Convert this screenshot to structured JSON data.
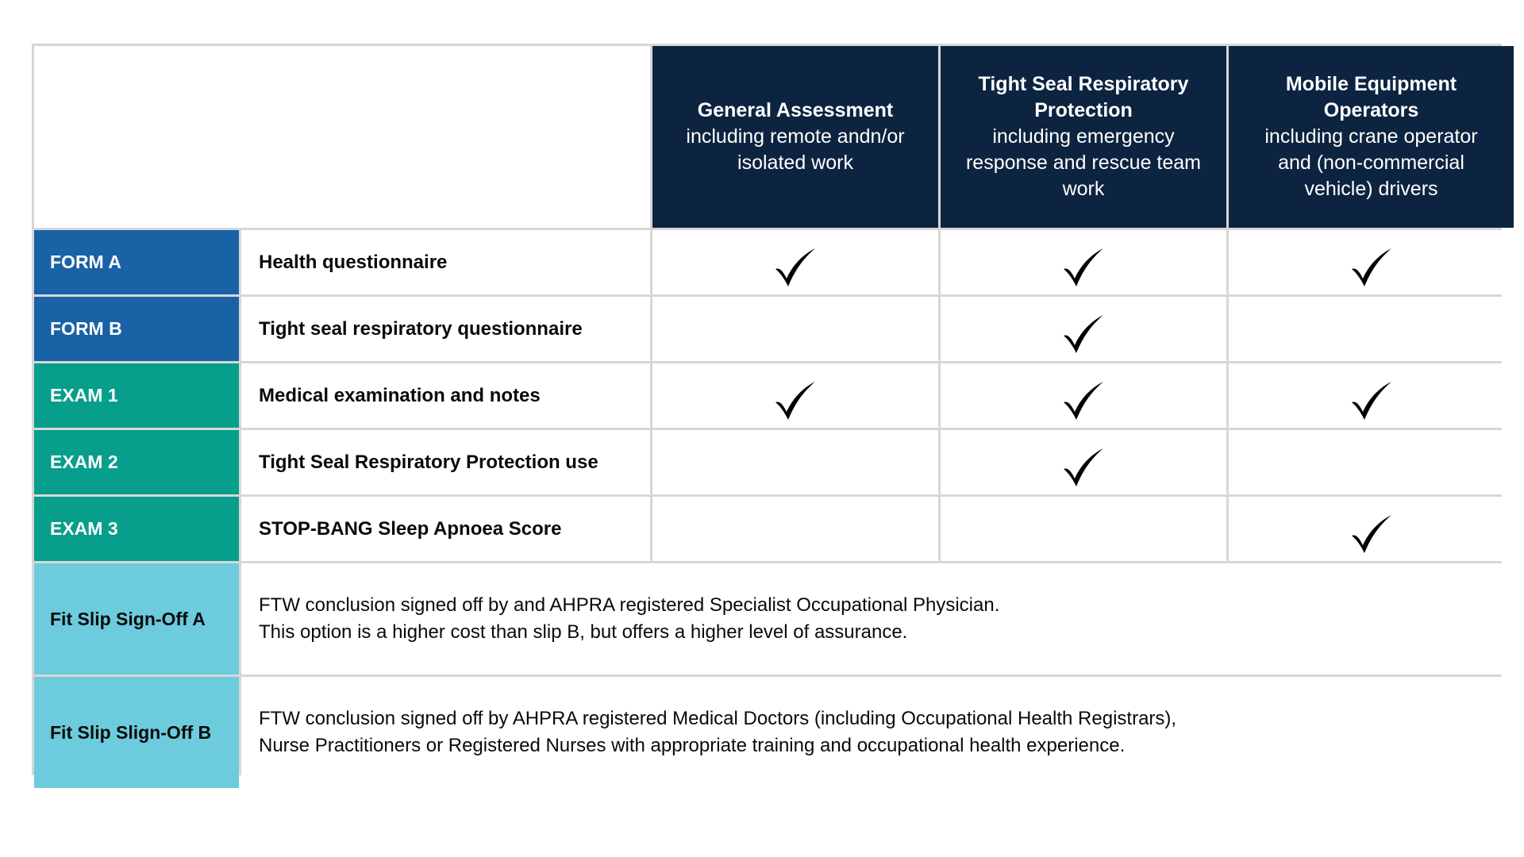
{
  "columns": [
    {
      "title": "General Assessment",
      "subtitle": "including remote andn/or isolated work"
    },
    {
      "title": "Tight Seal Respiratory Protection",
      "subtitle": "including emergency response and rescue team work"
    },
    {
      "title": "Mobile Equipment Operators",
      "subtitle": "including crane operator and (non-commercial vehicle) drivers"
    }
  ],
  "rows": [
    {
      "tag": "FORM A",
      "label": "Health questionnaire",
      "checks": [
        true,
        true,
        true
      ]
    },
    {
      "tag": "FORM B",
      "label": "Tight seal respiratory questionnaire",
      "checks": [
        false,
        true,
        false
      ]
    },
    {
      "tag": "EXAM 1",
      "label": "Medical examination and notes",
      "checks": [
        true,
        true,
        true
      ]
    },
    {
      "tag": "EXAM 2",
      "label": "Tight Seal Respiratory Protection use",
      "checks": [
        false,
        true,
        false
      ]
    },
    {
      "tag": "EXAM 3",
      "label": "STOP-BANG Sleep Apnoea Score",
      "checks": [
        false,
        false,
        true
      ]
    }
  ],
  "signoffs": [
    {
      "tag": "Fit Slip Sign-Off A",
      "lines": [
        "FTW conclusion signed off by and AHPRA registered Specialist Occupational Physician.",
        "This option is a higher cost than slip B, but offers a higher level of assurance."
      ]
    },
    {
      "tag": "Fit Slip Slign-Off B",
      "lines": [
        "FTW conclusion signed off by AHPRA registered Medical Doctors (including Occupational Health Registrars),",
        "Nurse Practitioners or Registered Nurses with appropriate training and occupational health experience."
      ]
    }
  ],
  "colors": {
    "header_bg": "#0d2440",
    "form_tag": "#1a62a6",
    "exam_tag": "#079e8b",
    "slip_tag": "#6ccbdc",
    "grid_line": "#d7d7d7"
  },
  "icons": {
    "check": "checkmark-icon"
  }
}
